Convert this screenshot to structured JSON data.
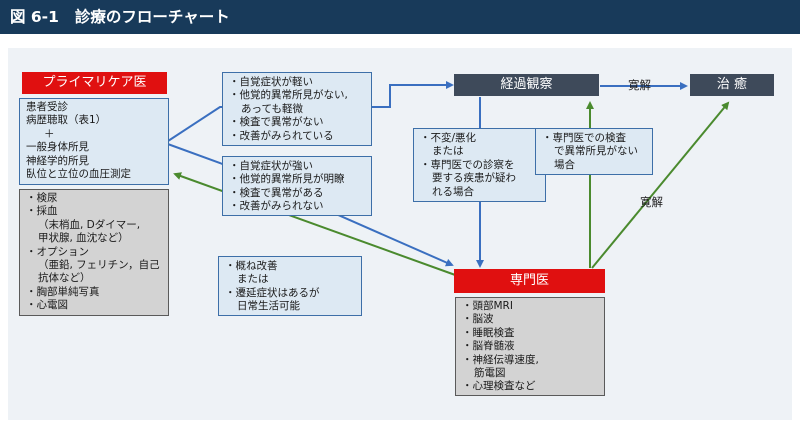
{
  "header": {
    "fig_number": "図 6-1",
    "title": "診療のフローチャート"
  },
  "nodes": {
    "primary_care": "プライマリケア医",
    "observation": "経過観察",
    "cure": "治 癒",
    "specialist": "専門医"
  },
  "primary_info": [
    "患者受診",
    "病歴聴取（表1）",
    "＋",
    "一般身体所見",
    "神経学的所見",
    "臥位と立位の血圧測定"
  ],
  "primary_tests": [
    "・検尿",
    "・採血",
    "（末梢血, Dダイマー,",
    "甲状腺, 血沈など）",
    "・オプション",
    "（亜鉛, フェリチン，自己",
    "抗体など）",
    "・胸部単純写真",
    "・心電図"
  ],
  "cond_to_observation": [
    "・自覚症状が軽い",
    "・他覚的異常所見がない,",
    "あっても軽微",
    "・検査で異常がない",
    "・改善がみられている"
  ],
  "cond_to_specialist": [
    "・自覚症状が強い",
    "・他覚的異常所見が明瞭",
    "・検査で異常がある",
    "・改善がみられない"
  ],
  "cond_obs_to_specialist": [
    "・不変/悪化",
    "または",
    "・専門医での診察を",
    "要する疾患が疑わ",
    "れる場合"
  ],
  "cond_spec_to_obs": [
    "・専門医での検査",
    "で異常所見がない",
    "場合"
  ],
  "cond_spec_to_primary": [
    "・概ね改善",
    "または",
    "・遷延症状はあるが",
    "日常生活可能"
  ],
  "specialist_tests": [
    "・頭部MRI",
    "・脳波",
    "・睡眠検査",
    "・脳脊髄液",
    "・神経伝導速度,",
    "筋電図",
    "・心理検査など"
  ],
  "edge_labels": {
    "remission_top": "寛解",
    "remission_diag": "寛解"
  },
  "colors": {
    "header_bg": "#183a5a",
    "label_red": "#e01010",
    "label_dark": "#3e4a5a",
    "arrow_blue": "#3a6fc0",
    "arrow_green": "#4a8a2e"
  }
}
